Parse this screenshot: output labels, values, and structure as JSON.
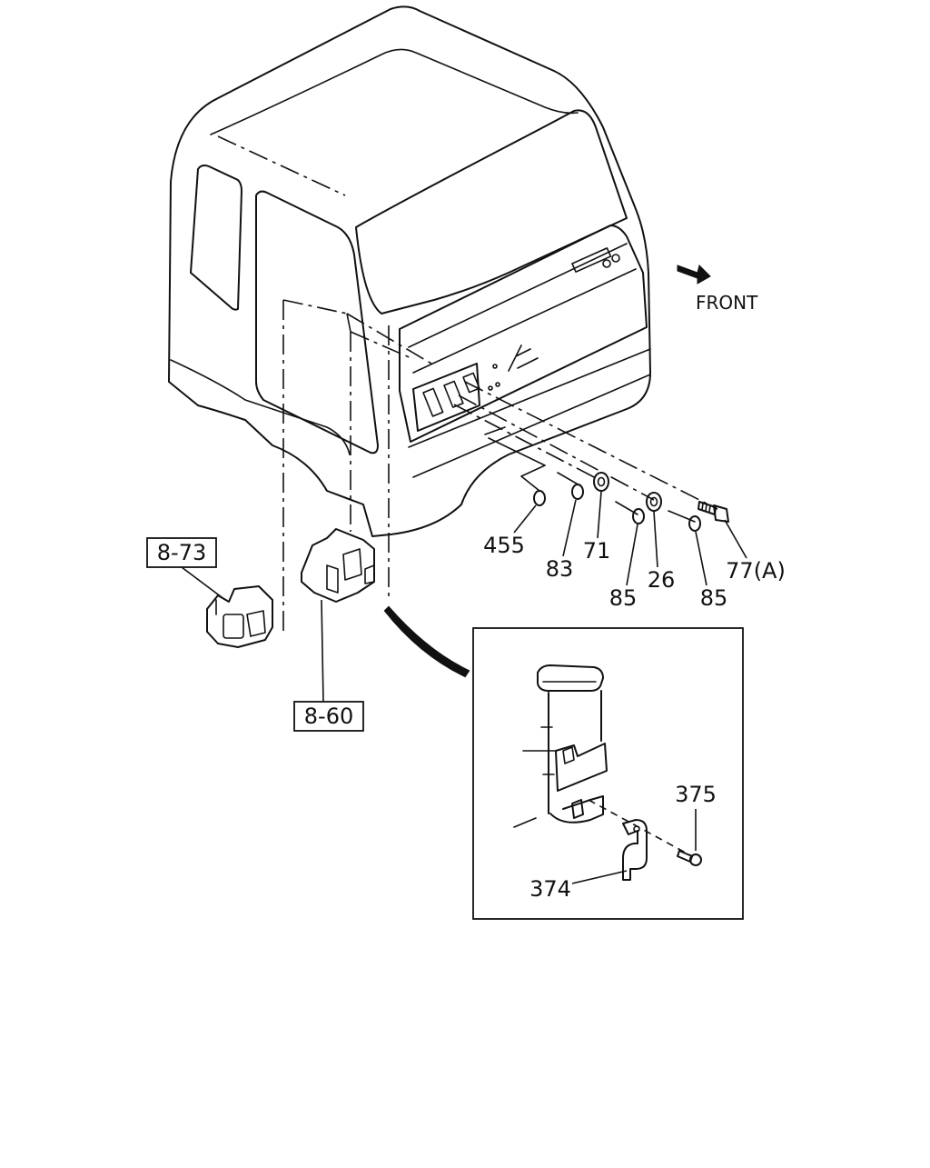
{
  "direction": {
    "label": "FRONT",
    "icon": "arrow-icon"
  },
  "callouts": {
    "ref_8_73": "8-73",
    "ref_8_60": "8-60",
    "p455": "455",
    "p83": "83",
    "p71": "71",
    "p85a": "85",
    "p26": "26",
    "p85b": "85",
    "p77a": "77(A)",
    "p375": "375",
    "p374": "374"
  }
}
